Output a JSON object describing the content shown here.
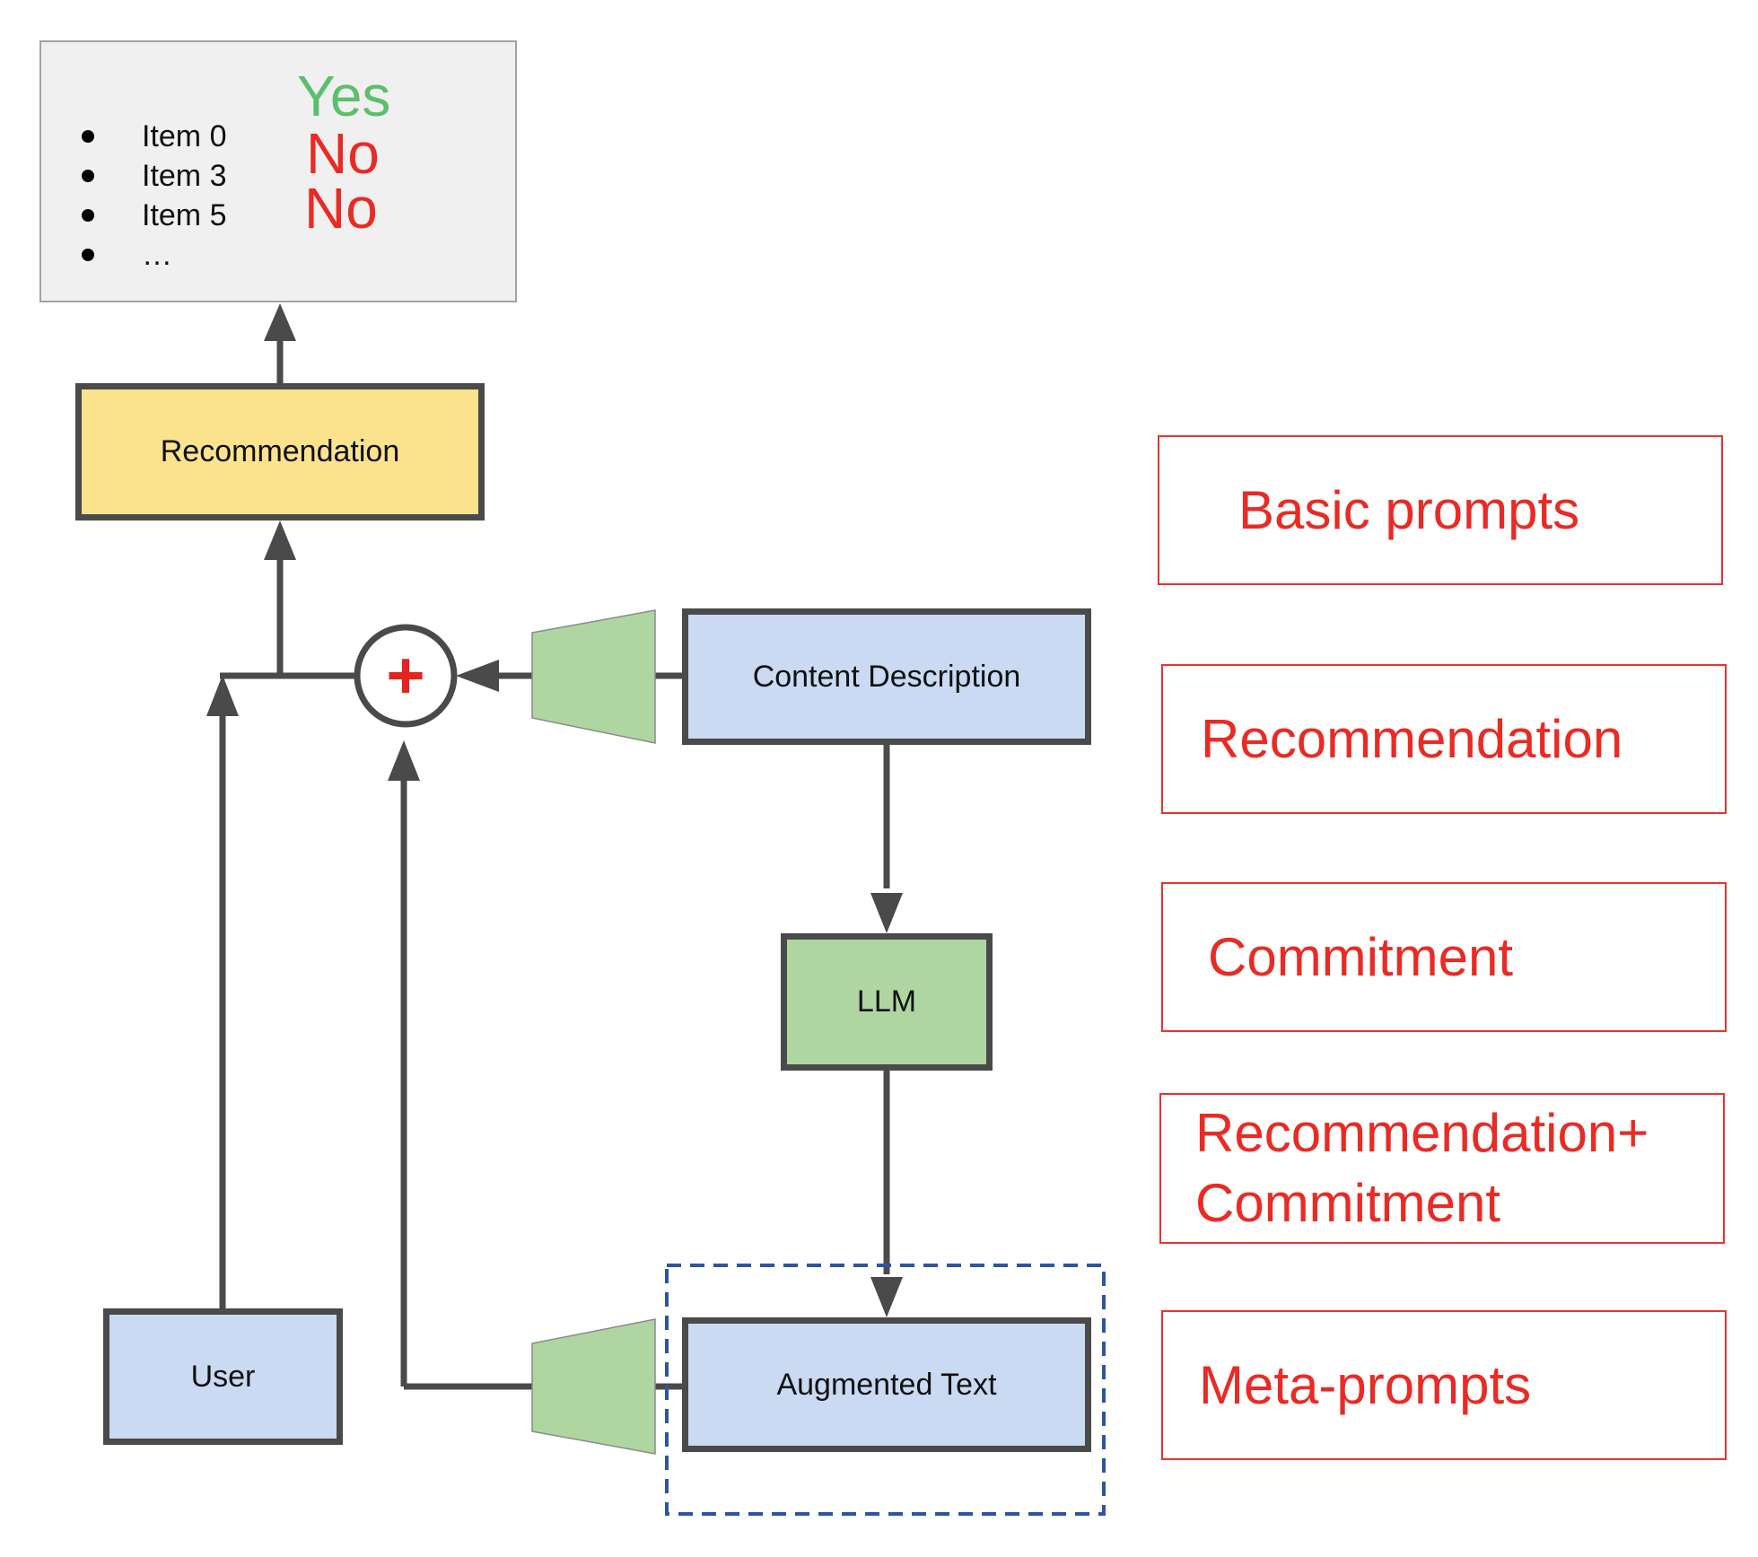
{
  "output_list": {
    "items": [
      "Item 0",
      "Item 3",
      "Item 5",
      "…"
    ],
    "verdicts": [
      {
        "text": "Yes",
        "color": "#5cbf6c"
      },
      {
        "text": "No",
        "color": "#ea2a24"
      },
      {
        "text": "No",
        "color": "#ea2a24"
      }
    ]
  },
  "nodes": {
    "recommendation": "Recommendation",
    "content_description": "Content Description",
    "llm": "LLM",
    "user": "User",
    "augmented_text": "Augmented Text",
    "combine_symbol": "+"
  },
  "prompt_types": [
    "Basic prompts",
    "Recommendation",
    "Commitment",
    "Recommendation+\nCommitment",
    "Meta-prompts"
  ],
  "colors": {
    "node_border": "#4a4a4a",
    "blue_fill": "#c9daf2",
    "green_fill": "#afd6a0",
    "yellow_fill": "#fae38c",
    "prompt_red": "#ea2a24",
    "dashed_blue": "#2e54a3"
  }
}
